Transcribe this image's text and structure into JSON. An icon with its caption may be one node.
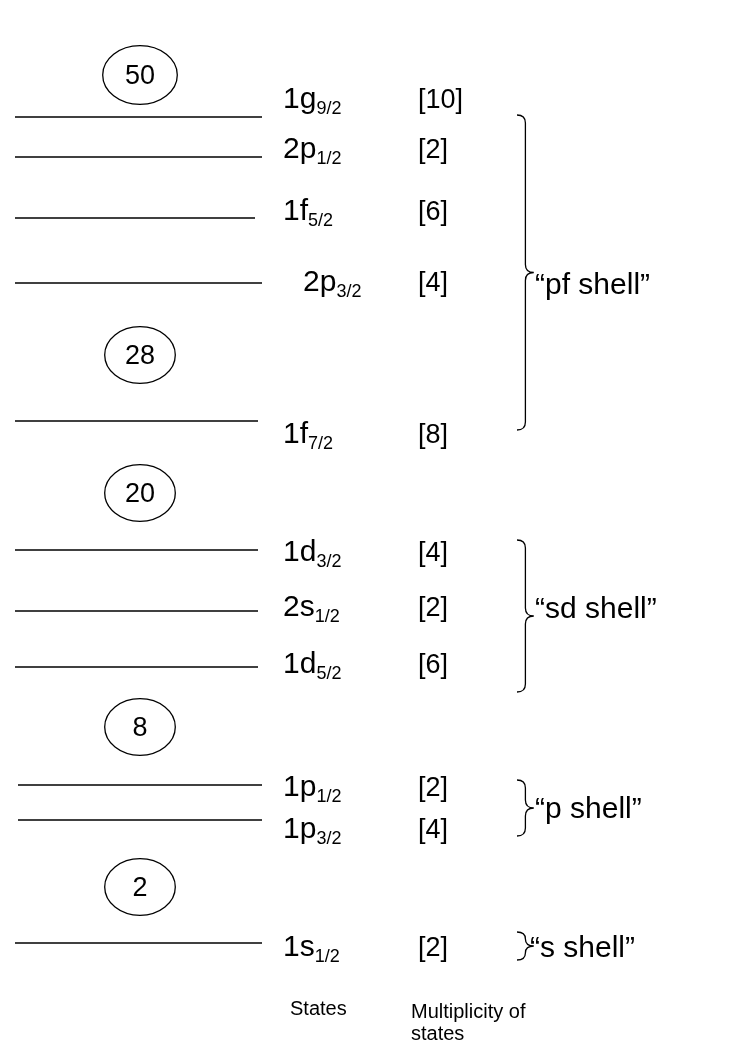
{
  "diagram": {
    "nodes": [
      {
        "text": [
          "50"
        ]
      },
      {
        "text": [
          "28"
        ]
      },
      {
        "text": [
          "20"
        ]
      },
      {
        "text": [
          "8"
        ]
      },
      {
        "text": [
          "2"
        ]
      }
    ],
    "labels": [
      "1g$_{9/2}$",
      "[10]",
      "2p$_{1/2}$",
      "[2]",
      "1f$_{5/2}$",
      "[6]",
      "2p$_{3/2}$",
      "[4]",
      "“pf shell”",
      "1f$_{7/2}$",
      "[8]",
      "1d$_{3/2}$",
      "[4]",
      "2s$_{1/2}$",
      "[2]",
      "“sd shell”",
      "1d$_{5/2}$",
      "[6]",
      "1p$_{1/2}$",
      "[2]",
      "“p shell”",
      "1p$_{3/2}$",
      "[4]",
      "1s$_{1/2}$",
      "[2]",
      "“s shell”",
      "States",
      "Multiplicity of states"
    ]
  }
}
